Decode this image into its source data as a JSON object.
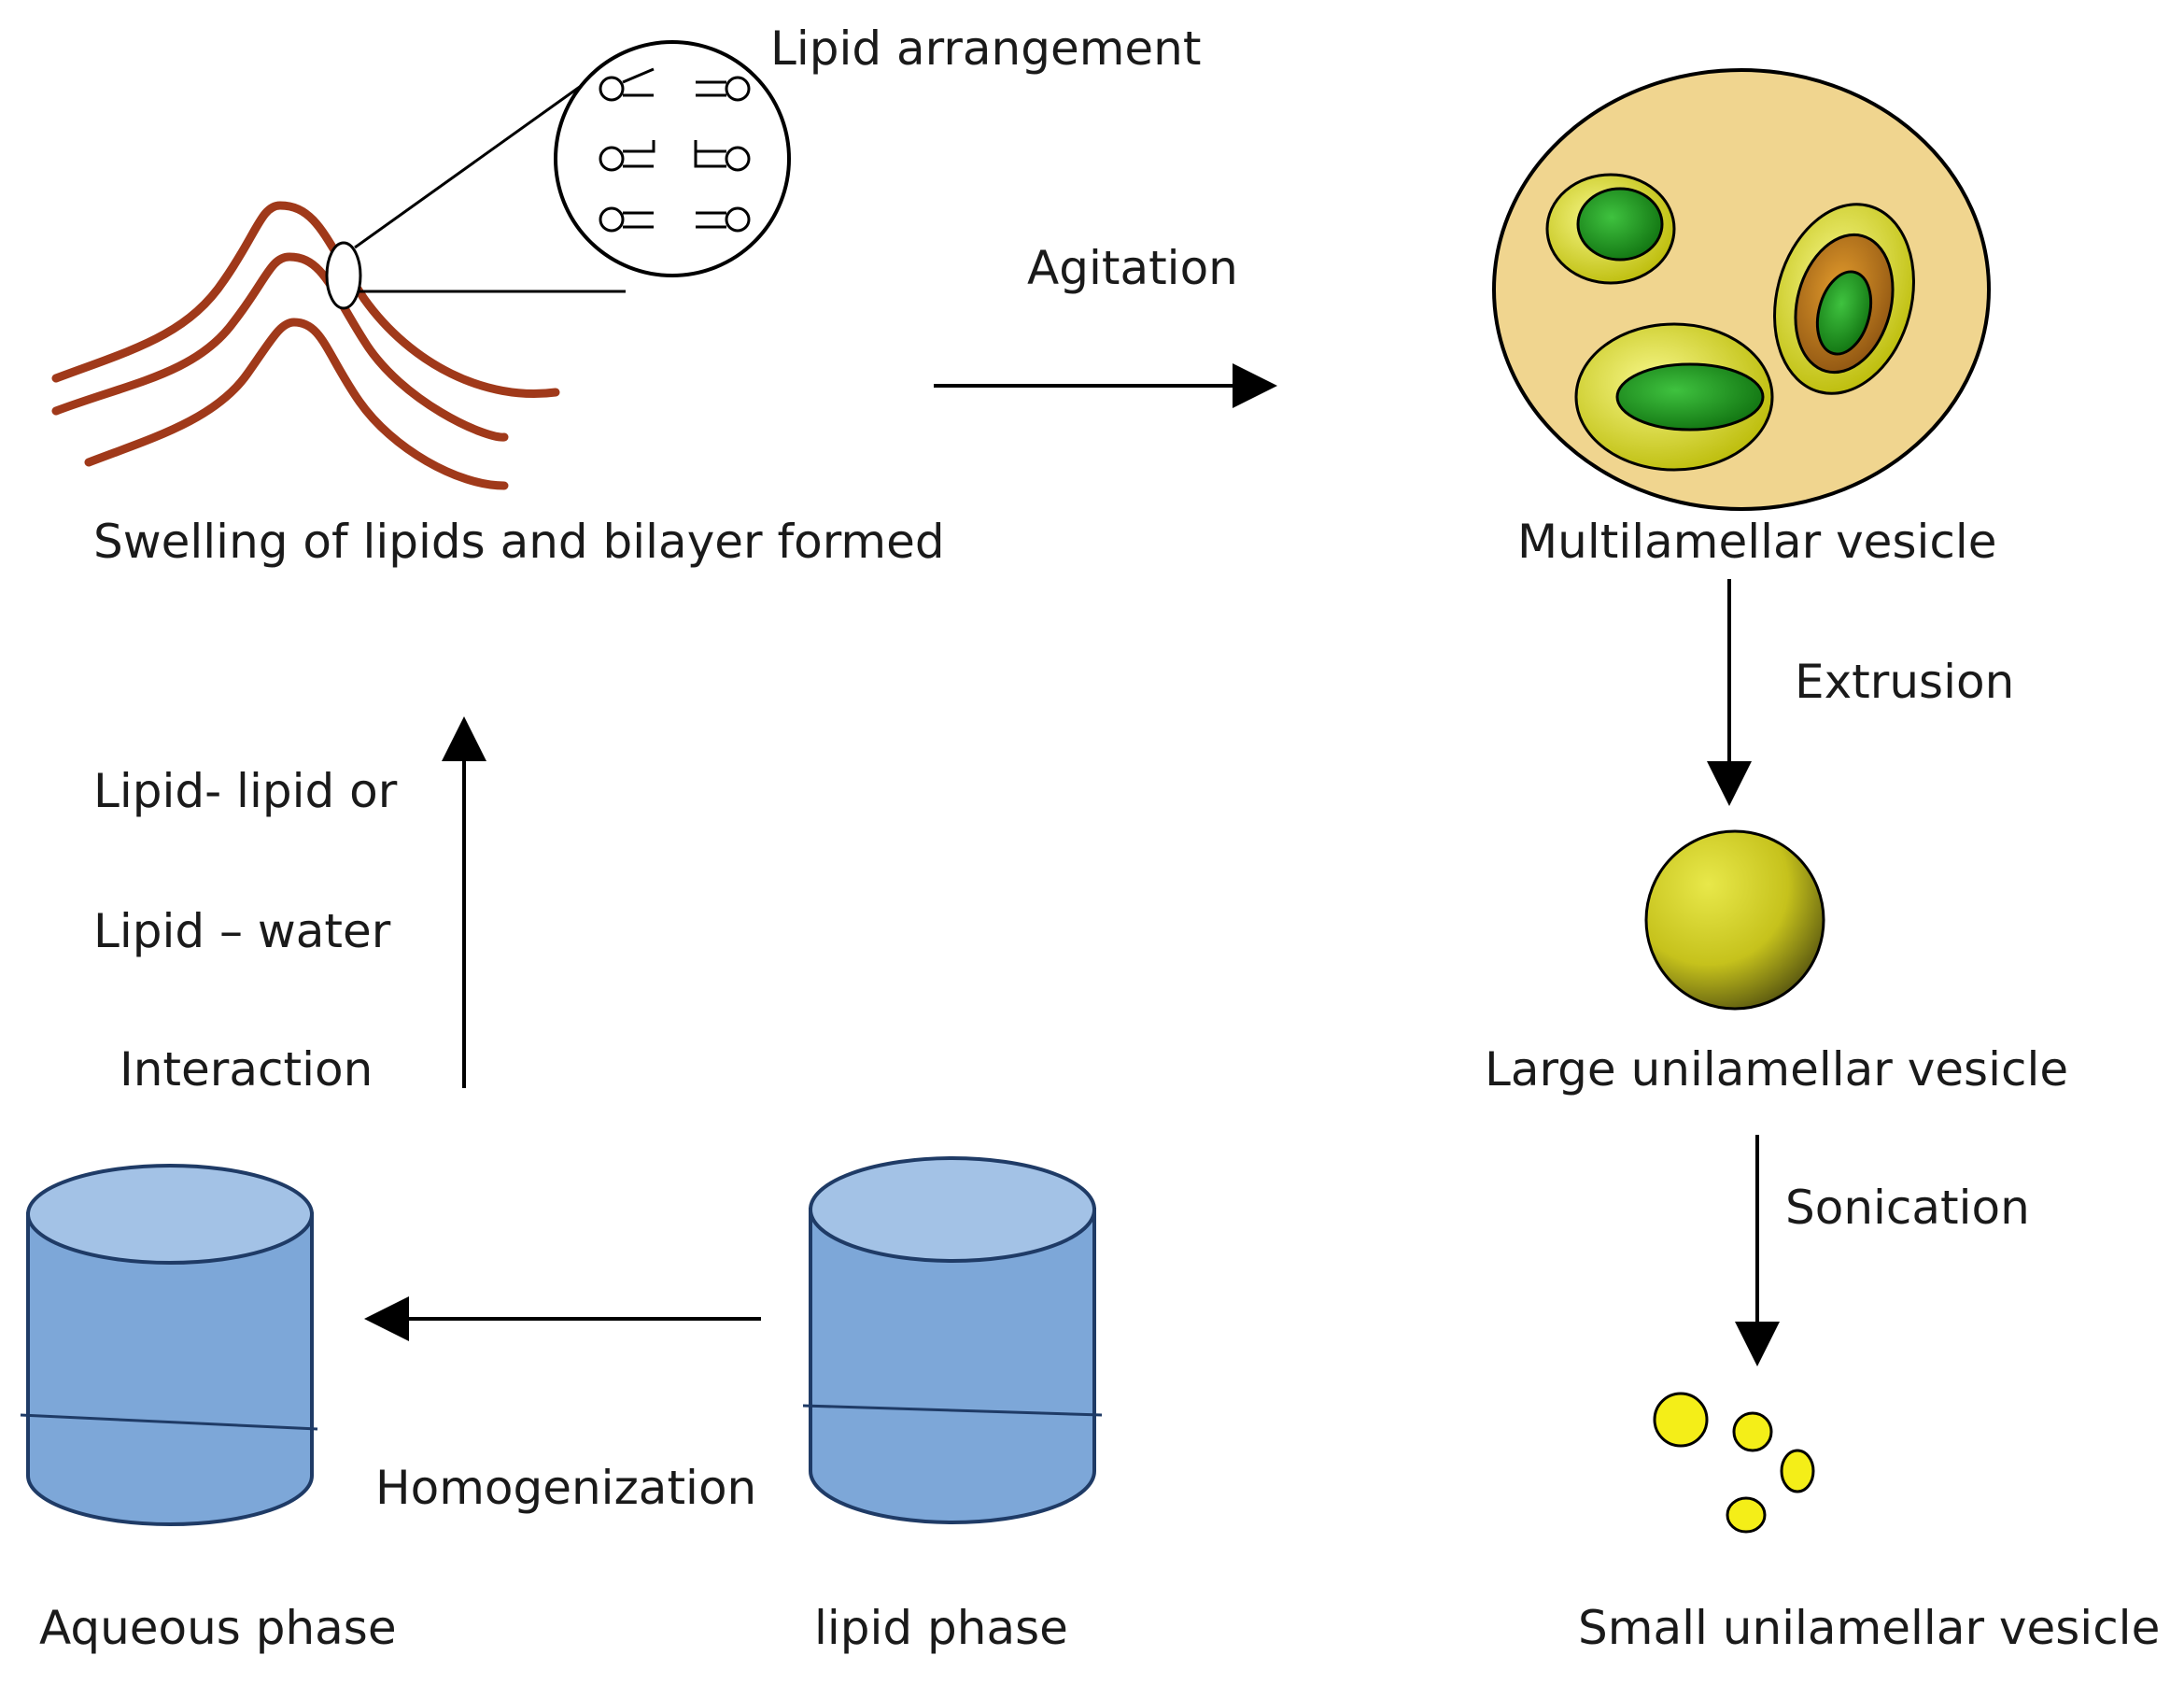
{
  "labels": {
    "lipid_arrangement": "Lipid arrangement",
    "agitation": "Agitation",
    "swelling": "Swelling of lipids and bilayer formed",
    "multilamellar": "Multilamellar  vesicle",
    "extrusion": "Extrusion",
    "interaction_line1": "Lipid- lipid or",
    "interaction_line2": "Lipid – water",
    "interaction_line3": "Interaction",
    "large_unilamellar": "Large unilamellar vesicle",
    "sonication": "Sonication",
    "homogenization": "Homogenization",
    "aqueous_phase": "Aqueous  phase",
    "lipid_phase": "lipid phase",
    "small_unilamellar": "Small unilamellar vesicle"
  },
  "colors": {
    "bilayer": "#a0391a",
    "cylinder_fill": "#7da7d8",
    "cylinder_top": "#a3c2e6",
    "cylinder_stroke": "#1f3b66",
    "mlv_fill": "#f0d58f",
    "vesicle_green": "#1f9a1f",
    "vesicle_yellow": "#d8d800",
    "luv_fill": "#c6c21c",
    "suv_fill": "#f4ee18",
    "arrow": "#000000"
  }
}
